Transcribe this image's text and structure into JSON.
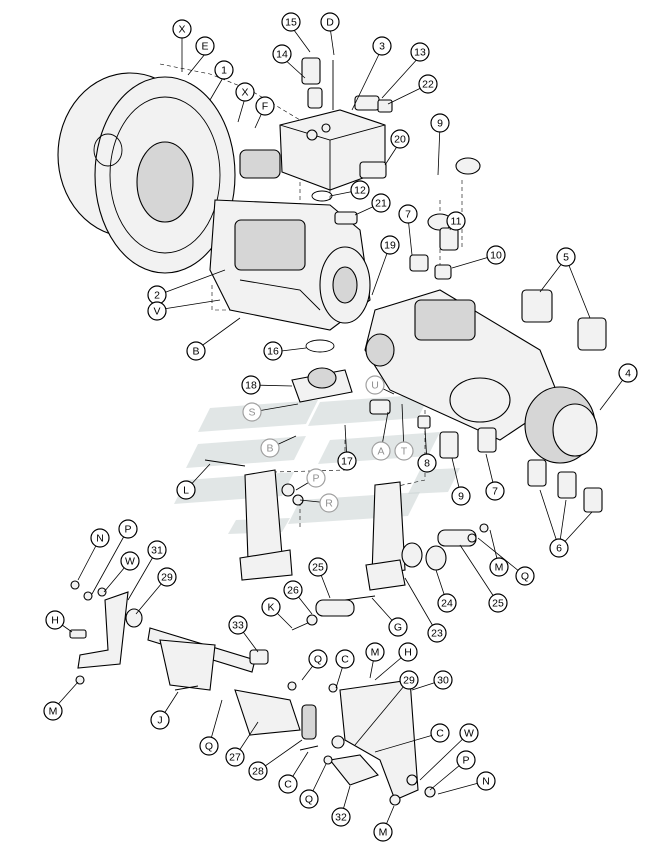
{
  "diagram": {
    "watermark": {
      "icon": "brand-watermark-logo"
    },
    "callouts": [
      {
        "id": "c-X1",
        "label": "X"
      },
      {
        "id": "c-E",
        "label": "E"
      },
      {
        "id": "c-1",
        "label": "1"
      },
      {
        "id": "c-X2",
        "label": "X"
      },
      {
        "id": "c-F",
        "label": "F"
      },
      {
        "id": "c-15",
        "label": "15"
      },
      {
        "id": "c-14",
        "label": "14"
      },
      {
        "id": "c-D",
        "label": "D"
      },
      {
        "id": "c-3",
        "label": "3"
      },
      {
        "id": "c-13",
        "label": "13"
      },
      {
        "id": "c-22",
        "label": "22"
      },
      {
        "id": "c-20",
        "label": "20"
      },
      {
        "id": "c-9a",
        "label": "9"
      },
      {
        "id": "c-12",
        "label": "12"
      },
      {
        "id": "c-21",
        "label": "21"
      },
      {
        "id": "c-7a",
        "label": "7"
      },
      {
        "id": "c-11",
        "label": "11"
      },
      {
        "id": "c-10",
        "label": "10"
      },
      {
        "id": "c-19",
        "label": "19"
      },
      {
        "id": "c-5",
        "label": "5"
      },
      {
        "id": "c-2",
        "label": "2"
      },
      {
        "id": "c-V",
        "label": "V"
      },
      {
        "id": "c-B1",
        "label": "B"
      },
      {
        "id": "c-16",
        "label": "16"
      },
      {
        "id": "c-18",
        "label": "18"
      },
      {
        "id": "c-U",
        "label": "U"
      },
      {
        "id": "c-S",
        "label": "S"
      },
      {
        "id": "c-4",
        "label": "4"
      },
      {
        "id": "c-B2",
        "label": "B"
      },
      {
        "id": "c-A",
        "label": "A"
      },
      {
        "id": "c-T",
        "label": "T"
      },
      {
        "id": "c-17",
        "label": "17"
      },
      {
        "id": "c-8",
        "label": "8"
      },
      {
        "id": "c-L",
        "label": "L"
      },
      {
        "id": "c-P1",
        "label": "P"
      },
      {
        "id": "c-R",
        "label": "R"
      },
      {
        "id": "c-9b",
        "label": "9"
      },
      {
        "id": "c-7b",
        "label": "7"
      },
      {
        "id": "c-6",
        "label": "6"
      },
      {
        "id": "c-N1",
        "label": "N"
      },
      {
        "id": "c-P2",
        "label": "P"
      },
      {
        "id": "c-W1",
        "label": "W"
      },
      {
        "id": "c-31",
        "label": "31"
      },
      {
        "id": "c-25a",
        "label": "25"
      },
      {
        "id": "c-M1",
        "label": "M"
      },
      {
        "id": "c-Q1",
        "label": "Q"
      },
      {
        "id": "c-25b",
        "label": "25"
      },
      {
        "id": "c-29a",
        "label": "29"
      },
      {
        "id": "c-26",
        "label": "26"
      },
      {
        "id": "c-24",
        "label": "24"
      },
      {
        "id": "c-H1",
        "label": "H"
      },
      {
        "id": "c-K",
        "label": "K"
      },
      {
        "id": "c-G",
        "label": "G"
      },
      {
        "id": "c-23",
        "label": "23"
      },
      {
        "id": "c-33",
        "label": "33"
      },
      {
        "id": "c-Q2",
        "label": "Q"
      },
      {
        "id": "c-C1",
        "label": "C"
      },
      {
        "id": "c-M2",
        "label": "M"
      },
      {
        "id": "c-H2",
        "label": "H"
      },
      {
        "id": "c-M3",
        "label": "M"
      },
      {
        "id": "c-29b",
        "label": "29"
      },
      {
        "id": "c-30",
        "label": "30"
      },
      {
        "id": "c-J",
        "label": "J"
      },
      {
        "id": "c-Q3",
        "label": "Q"
      },
      {
        "id": "c-27",
        "label": "27"
      },
      {
        "id": "c-28",
        "label": "28"
      },
      {
        "id": "c-C2",
        "label": "C"
      },
      {
        "id": "c-W2",
        "label": "W"
      },
      {
        "id": "c-C3",
        "label": "C"
      },
      {
        "id": "c-Q4",
        "label": "Q"
      },
      {
        "id": "c-P3",
        "label": "P"
      },
      {
        "id": "c-N2",
        "label": "N"
      },
      {
        "id": "c-32",
        "label": "32"
      },
      {
        "id": "c-M4",
        "label": "M"
      }
    ]
  }
}
